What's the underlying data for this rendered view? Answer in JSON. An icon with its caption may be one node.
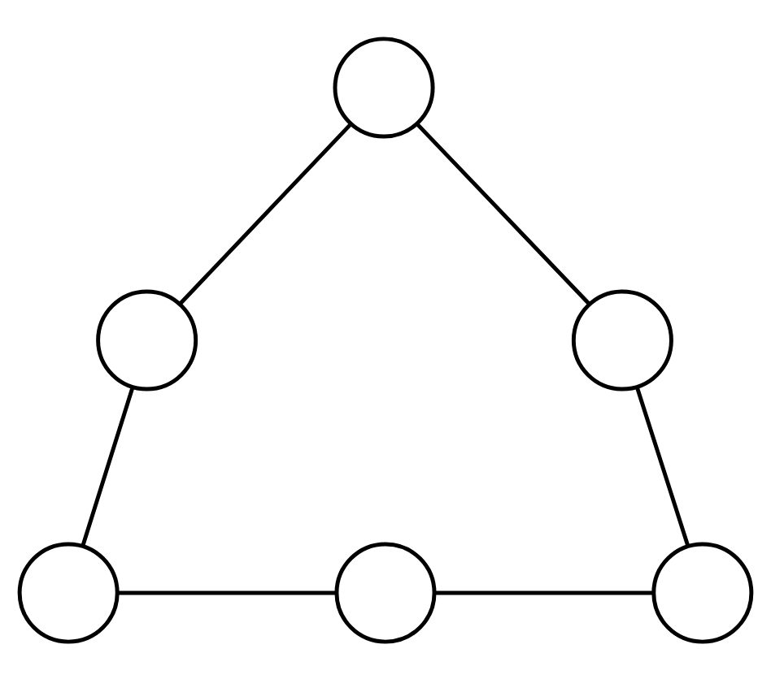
{
  "diagram": {
    "nodes": [
      {
        "text": [],
        "shape": "circle"
      },
      {
        "text": [],
        "shape": "circle"
      },
      {
        "text": [],
        "shape": "circle"
      },
      {
        "text": [],
        "shape": "circle"
      },
      {
        "text": [],
        "shape": "circle"
      },
      {
        "text": [],
        "shape": "circle"
      }
    ],
    "edges": [
      {
        "from": 0,
        "to": 1,
        "arrow": "none"
      },
      {
        "from": 0,
        "to": 2,
        "arrow": "none"
      },
      {
        "from": 1,
        "to": 3,
        "arrow": "none"
      },
      {
        "from": 2,
        "to": 5,
        "arrow": "none"
      },
      {
        "from": 3,
        "to": 4,
        "arrow": "none"
      },
      {
        "from": 4,
        "to": 5,
        "arrow": "none"
      }
    ]
  }
}
